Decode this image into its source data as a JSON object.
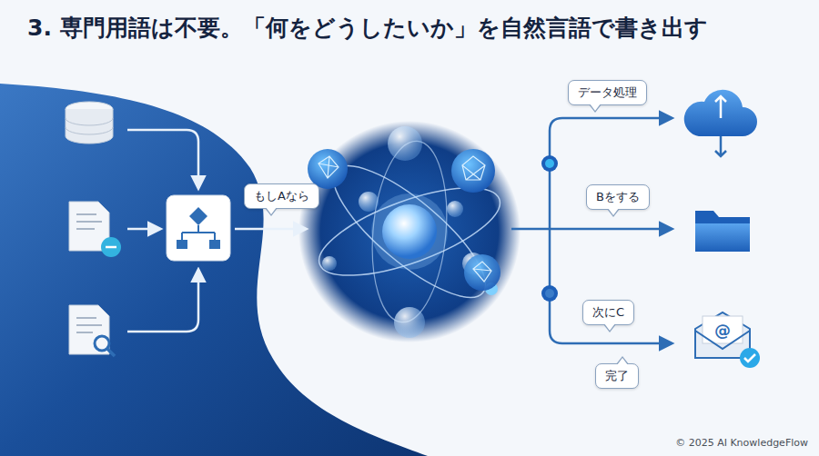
{
  "diagram": {
    "title": "3. 専門用語は不要。「何をどうしたいか」を自然言語で書き出す",
    "nodes": [
      {
        "text": [
          "もしAなら"
        ]
      },
      {
        "text": [
          "データ処理"
        ]
      },
      {
        "text": [
          "Bをする"
        ]
      },
      {
        "text": [
          "次にC"
        ]
      },
      {
        "text": [
          "完了"
        ]
      }
    ],
    "labels": [
      "© 2025 AI KnowledgeFlow"
    ]
  }
}
